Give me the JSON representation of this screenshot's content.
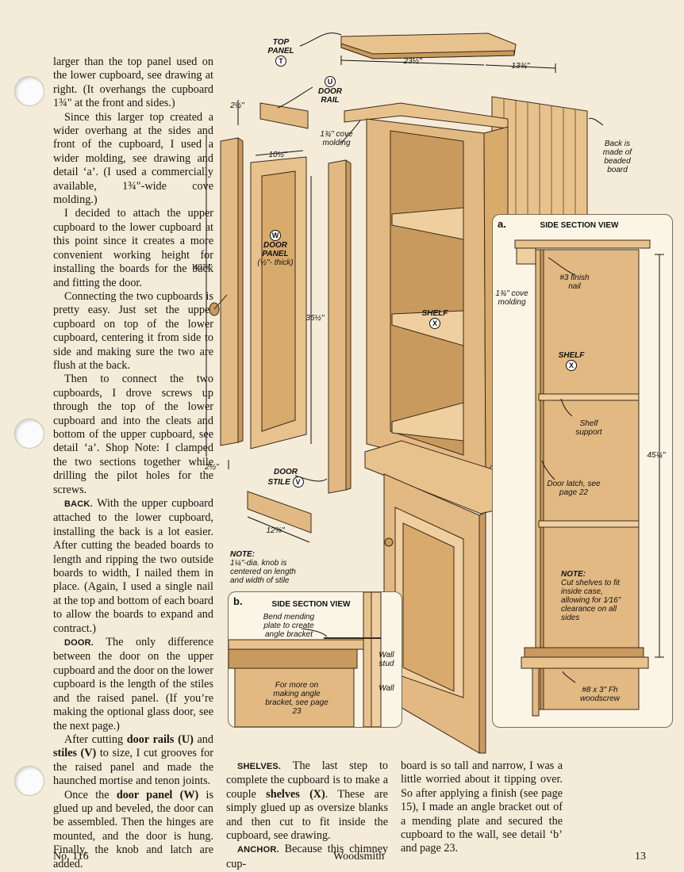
{
  "left_column": {
    "p1": "larger than the top panel used on the lower cupboard, see drawing at right. (It overhangs the cupboard 1¾\" at the front and sides.)",
    "p2": "Since this larger top created a wider overhang at the sides and front of the cupboard, I used a wider molding, see drawing and detail ‘a’. (I used a commercially available, 1¾\"-wide cove molding.)",
    "p3": "I decided to attach the upper cupboard to the lower cupboard at this point since it creates a more convenient working height for installing the boards for the back and fitting the door.",
    "p4": "Connecting the two cupboards is pretty easy. Just set the upper cupboard on top of the lower cupboard, centering it from side to side and making sure the two are flush at the back.",
    "p5": "Then to connect the two cupboards, I drove screws up through the top of the lower cupboard and into the cleats and bottom of the upper cupboard, see detail ‘a’. Shop Note: I clamped the two sections together while drilling the pilot holes for the screws.",
    "back_head": "BACK.",
    "back_text": " With the upper cupboard attached to the lower cupboard, installing the back is a lot easier. After cutting the beaded boards to length and ripping the two outside boards to width, I nailed them in place. (Again, I used a single nail at the top and bottom of each board to allow the boards to expand and contract.)",
    "door_head": "DOOR.",
    "door_text": " The only difference between the door on the upper cupboard and the door on the lower cupboard is the length of the stiles and the raised panel. (If you’re making the optional glass door, see the next page.)",
    "p8_a": "After cutting ",
    "p8_b1": "door rails (U)",
    "p8_c": " and ",
    "p8_b2": "stiles (V)",
    "p8_d": " to size, I cut grooves for the raised panel and made the haunched mortise and tenon joints.",
    "p9_a": "Once the ",
    "p9_b": "door panel (W)",
    "p9_c": " is glued up and beveled, the door can be assembled. Then the hinges are mounted, and the door is hung. Finally, the knob and latch are added."
  },
  "bottom_mid": {
    "shelves_head": "SHELVES.",
    "shelves_a": " The last step to complete the cupboard is to make a couple ",
    "shelves_b": "shelves (X)",
    "shelves_c": ". These are simply glued up as oversize blanks and then cut to fit inside the cupboard, see drawing.",
    "anchor_head": "ANCHOR.",
    "anchor_text": " Because this chimney cup-"
  },
  "bottom_right": {
    "text": "board is so tall and narrow, I was a little worried about it tipping over. So after applying a finish (see page 15), I made an angle bracket out of a mending plate and secured the cupboard to the wall, see detail ‘b’ and page 23."
  },
  "drawing": {
    "top_panel": "TOP PANEL",
    "top_panel_letter": "T",
    "dim_23": "23½\"",
    "dim_13": "13¾\"",
    "door_rail": "DOOR RAIL",
    "door_rail_letter": "U",
    "dim_2a": "2½\"",
    "dim_cove": "1¾\" cove molding",
    "back_note": "Back is made of beaded board",
    "dim_10": "10½\"",
    "door_panel": "DOOR PANEL",
    "door_panel_thick": "(½\"- thick)",
    "door_panel_letter": "W",
    "dim_40": "40⅞\"",
    "dim_36": "36½\"",
    "shelf": "SHELF",
    "shelf_letter": "X",
    "dim_2b": "2½\"",
    "door_stile": "DOOR STILE",
    "door_stile_letter": "V",
    "dim_12": "12⅜\"",
    "note_head": "NOTE:",
    "note_text": "1¼\"-dia. knob is centered on length and width of stile"
  },
  "detail_a": {
    "tag": "a.",
    "title": "SIDE SECTION VIEW",
    "finish_nail": "#3 finish nail",
    "cove": "1¾\" cove molding",
    "shelf": "SHELF",
    "shelf_letter": "X",
    "shelf_support": "Shelf support",
    "dim_45": "45¼\"",
    "door_latch": "Door latch, see page 22",
    "note_head": "NOTE:",
    "note_text": "Cut shelves to fit inside case, allowing for 1⁄16\" clearance on all sides",
    "screw": "#8 x 3\" Fh woodscrew"
  },
  "detail_b": {
    "tag": "b.",
    "title": "SIDE SECTION VIEW",
    "bend": "Bend mending plate to create angle bracket",
    "wall_stud": "Wall stud",
    "wall": "Wall",
    "more": "For more on making angle bracket, see page 23"
  },
  "footer": {
    "issue": "No. 116",
    "magazine": "Woodsmith",
    "page": "13"
  },
  "colors": {
    "paper": "#f4ecd9",
    "wood": "#e2b982",
    "wood_dark": "#c99a5d",
    "wood_light": "#efcf9f",
    "panel_bg": "#fbf5e6"
  }
}
